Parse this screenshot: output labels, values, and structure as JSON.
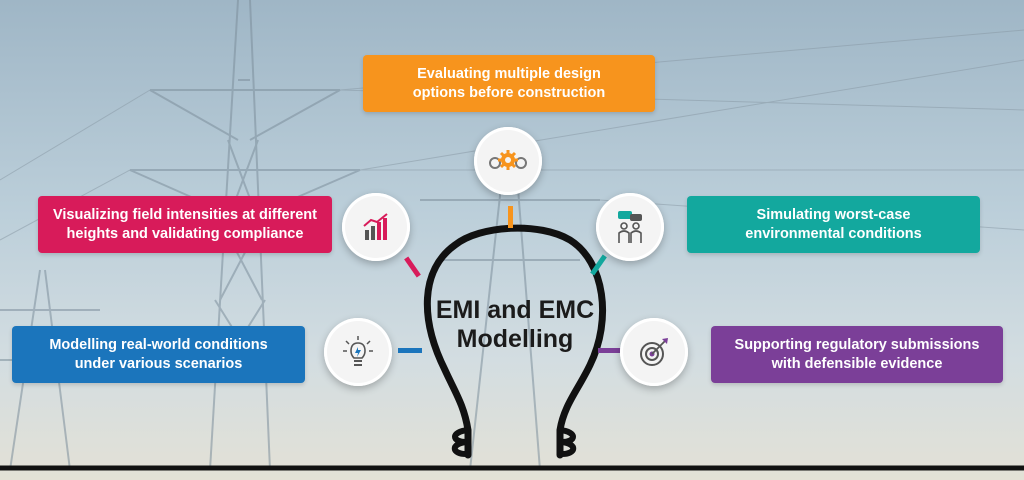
{
  "center": {
    "line1": "EMI and EMC",
    "line2": "Modelling"
  },
  "items": [
    {
      "line1": "Evaluating multiple design",
      "line2": "options before construction",
      "color": "#f7941d",
      "icon": "gears-icon"
    },
    {
      "line1": "Visualizing field intensities at different",
      "line2": "heights and validating compliance",
      "color": "#d81b5a",
      "icon": "bar-chart-icon"
    },
    {
      "line1": "Simulating worst-case",
      "line2": "environmental conditions",
      "color": "#13a89e",
      "icon": "team-discussion-icon"
    },
    {
      "line1": "Modelling real-world conditions",
      "line2": "under various scenarios",
      "color": "#1b75bc",
      "icon": "lightbulb-icon"
    },
    {
      "line1": "Supporting regulatory submissions",
      "line2": "with defensible evidence",
      "color": "#7b3f98",
      "icon": "target-icon"
    }
  ]
}
